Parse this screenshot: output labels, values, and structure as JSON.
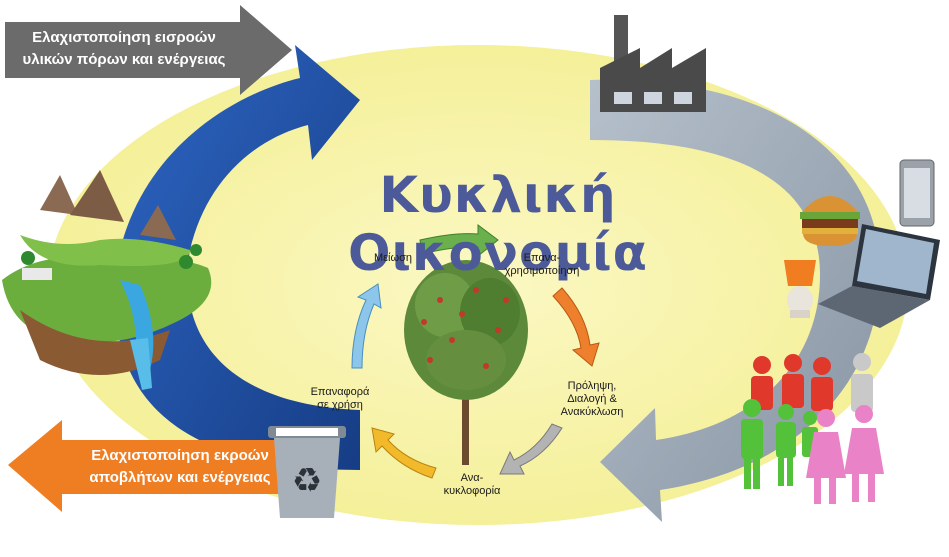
{
  "title": "Κυκλική Οικονομία",
  "banner_top": {
    "line1": "Ελαχιστοποίηση εισροών",
    "line2": "υλικών πόρων και ενέργειας",
    "color": "#6b6b6b"
  },
  "banner_bottom": {
    "line1": "Ελαχιστοποίηση εκροών",
    "line2": "αποβλήτων και ενέργειας",
    "color": "#ef7d22"
  },
  "stages": {
    "reduce": "Μείωση",
    "reuse_1": "Επανα-",
    "reuse_2": "χρησιμοποίηση",
    "prevent_1": "Πρόληψη,",
    "prevent_2": "Διαλογή &",
    "prevent_3": "Ανακύκλωση",
    "recirculate_1": "Ανα-",
    "recirculate_2": "κυκλοφορία",
    "restore_1": "Επαναφορά",
    "restore_2": "σε χρήση"
  },
  "colors": {
    "background_ellipse": "#f7f3a6",
    "big_arrow_blue": "#1f4fa0",
    "big_arrow_grey": "#9aa6b2",
    "arrow_green": "#6ab04c",
    "arrow_orange": "#ee7f2d",
    "arrow_grey": "#a9a9a9",
    "arrow_yellow": "#f2b92b",
    "arrow_lightblue": "#8cc6ea",
    "title": "#4d5a9a"
  },
  "icons": [
    "factory-icon",
    "burger-icon",
    "phone-icon",
    "laptop-icon",
    "lamp-icon",
    "people-icon",
    "recycle-bin-icon",
    "island-icon",
    "tree-icon"
  ]
}
